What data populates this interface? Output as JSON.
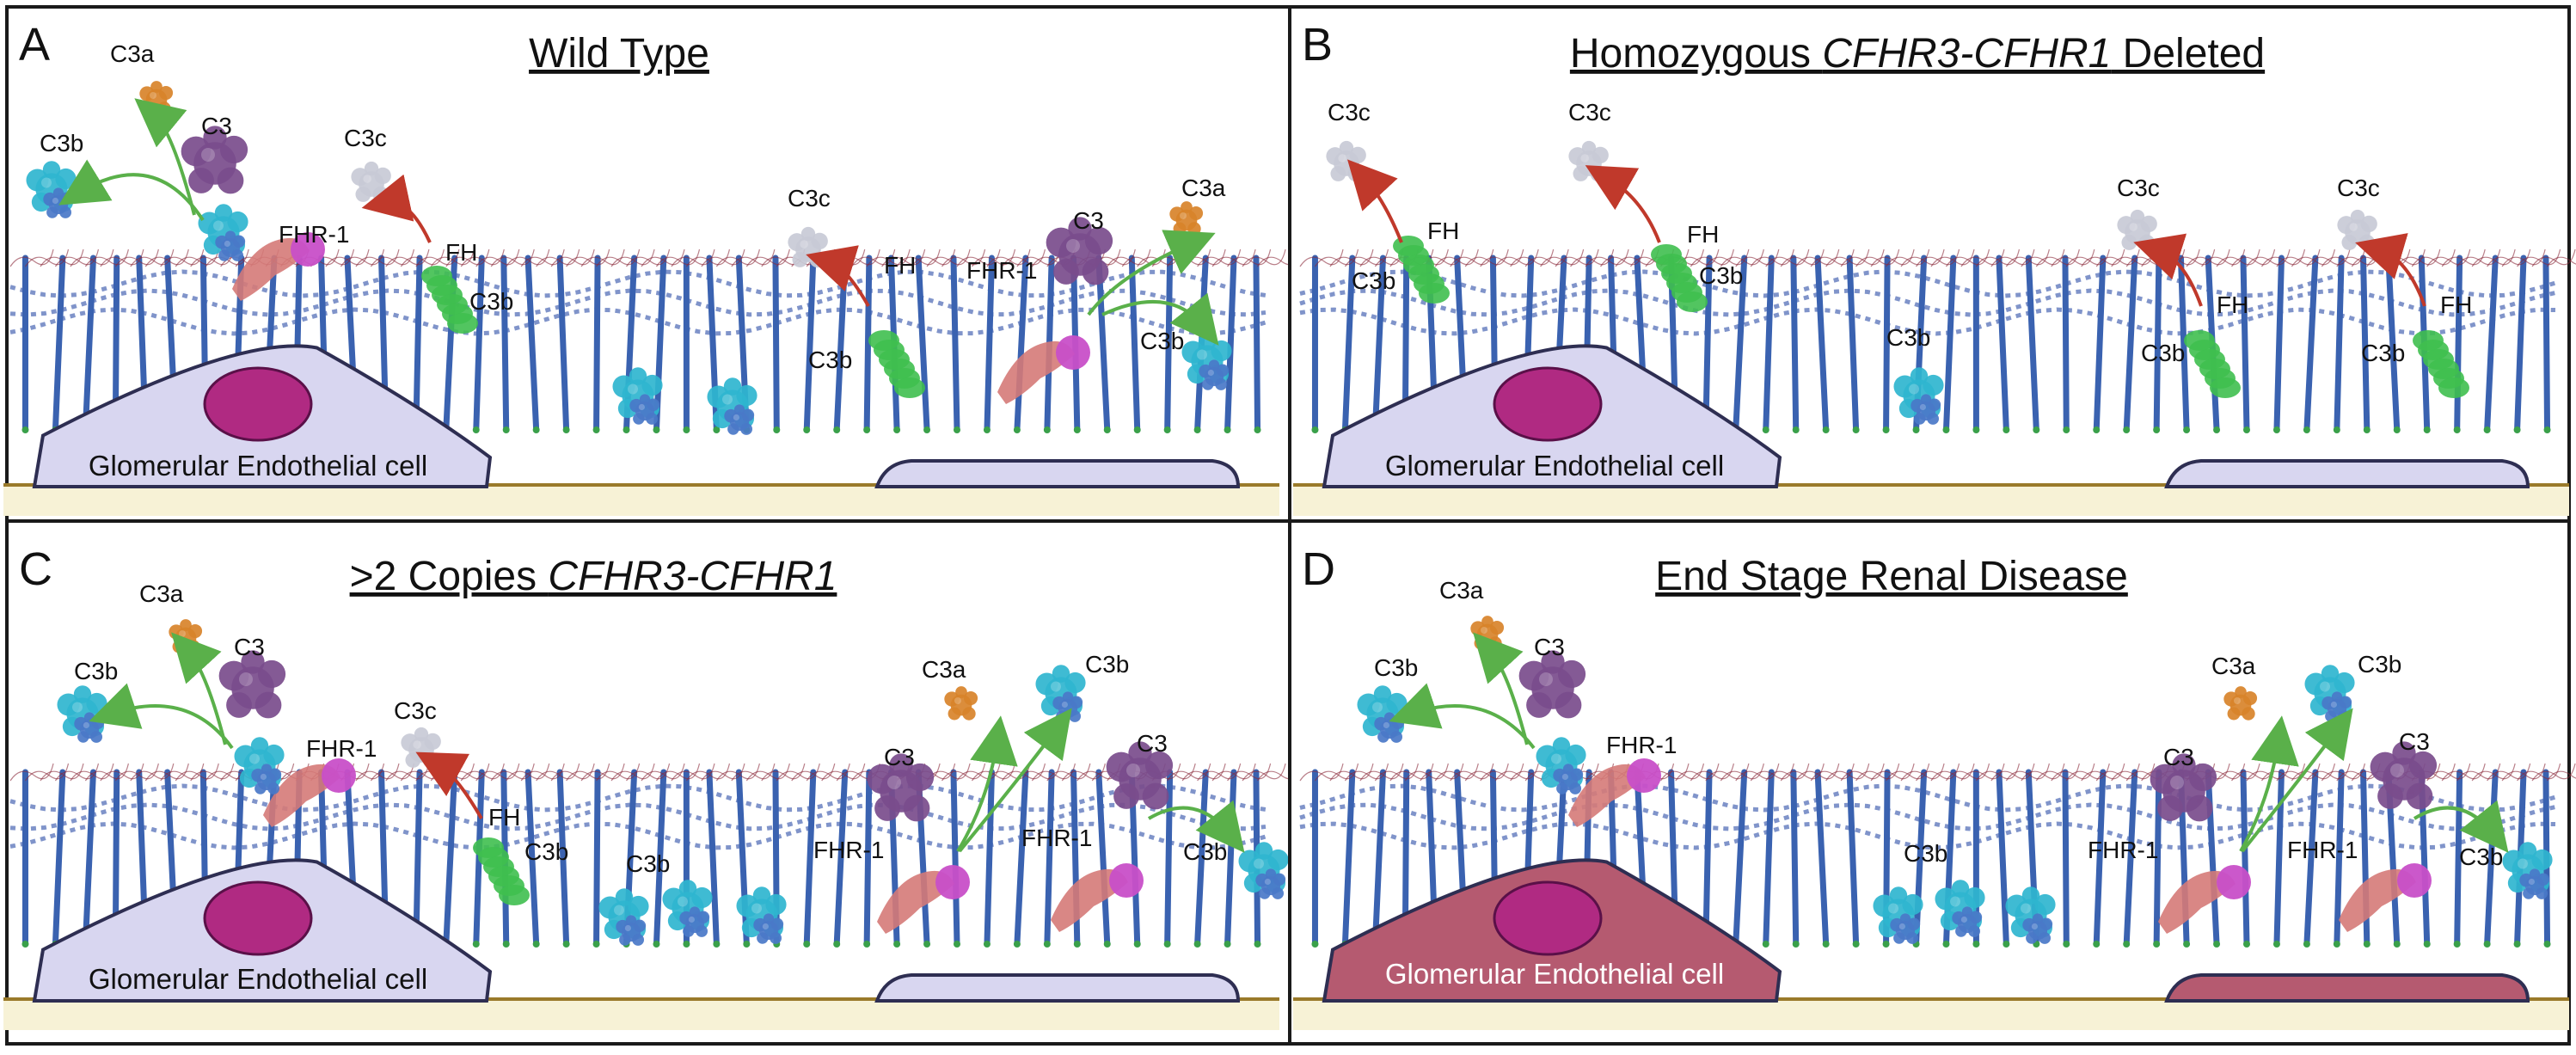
{
  "panels": [
    {
      "letter": "A",
      "title": "Wild Type",
      "cell_label": "Glomerular Endothelial cell",
      "state": "normal",
      "labels": {
        "c3a": "C3a",
        "c3": "C3",
        "c3b_top": "C3b",
        "c3c": "C3c",
        "fhr1": "FHR-1",
        "fh": "FH",
        "c3b_fh": "C3b",
        "r_c3c": "C3c",
        "r_fh": "FH",
        "r_c3b_fh": "C3b",
        "r_fhr1": "FHR-1",
        "r_c3": "C3",
        "r_c3a": "C3a",
        "r_c3b": "C3b"
      }
    },
    {
      "letter": "B",
      "title_prefix": "Homozygous ",
      "title_italic": "CFHR3-CFHR1",
      "title_suffix": " Deleted",
      "cell_label": "Glomerular Endothelial cell",
      "state": "normal",
      "labels": {
        "c3c_1": "C3c",
        "c3c_2": "C3c",
        "fh_1": "FH",
        "c3b_1": "C3b",
        "fh_2": "FH",
        "c3b_2": "C3b",
        "c3b_mid": "C3b",
        "c3c_3": "C3c",
        "c3c_4": "C3c",
        "fh_3": "FH",
        "c3b_3": "C3b",
        "fh_4": "FH",
        "c3b_4": "C3b"
      }
    },
    {
      "letter": "C",
      "title_prefix": ">2 Copies ",
      "title_italic": "CFHR3-CFHR1",
      "title_suffix": "",
      "cell_label": "Glomerular Endothelial cell",
      "state": "normal",
      "labels": {
        "c3a": "C3a",
        "c3": "C3",
        "c3b_top": "C3b",
        "c3c": "C3c",
        "fhr1": "FHR-1",
        "fh": "FH",
        "c3b_fh": "C3b",
        "c3b_mid": "C3b",
        "r_c3a": "C3a",
        "r_c3b_top": "C3b",
        "r_c3": "C3",
        "r_fhr1_1": "FHR-1",
        "r_fhr1_2": "FHR-1",
        "r_c3_2": "C3",
        "r_c3b": "C3b"
      }
    },
    {
      "letter": "D",
      "title": "End Stage Renal Disease",
      "cell_label": "Glomerular Endothelial cell",
      "state": "disease",
      "labels": {
        "c3a": "C3a",
        "c3": "C3",
        "c3b_top": "C3b",
        "fhr1": "FHR-1",
        "c3b_mid": "C3b",
        "r_c3a": "C3a",
        "r_c3b_top": "C3b",
        "r_c3": "C3",
        "r_fhr1_1": "FHR-1",
        "r_fhr1_2": "FHR-1",
        "r_c3_2": "C3",
        "r_c3b": "C3b"
      }
    }
  ],
  "colors": {
    "cell_normal": "#d8d6f0",
    "cell_disease": "#b55a70",
    "nucleus": "#b02a82",
    "membrane_base": "#f7f2d6",
    "membrane_line": "#9a7a2a",
    "glycocalyx": "#5570b8",
    "c3b": "#2fb5cf",
    "c3": "#7a4c8c",
    "c3a": "#d8832a",
    "c3c": "#c8cad6",
    "fh": "#3fbf4f",
    "fhr1": "#d57a78",
    "arrow_green": "#5ab04a",
    "arrow_red": "#c0392b"
  }
}
